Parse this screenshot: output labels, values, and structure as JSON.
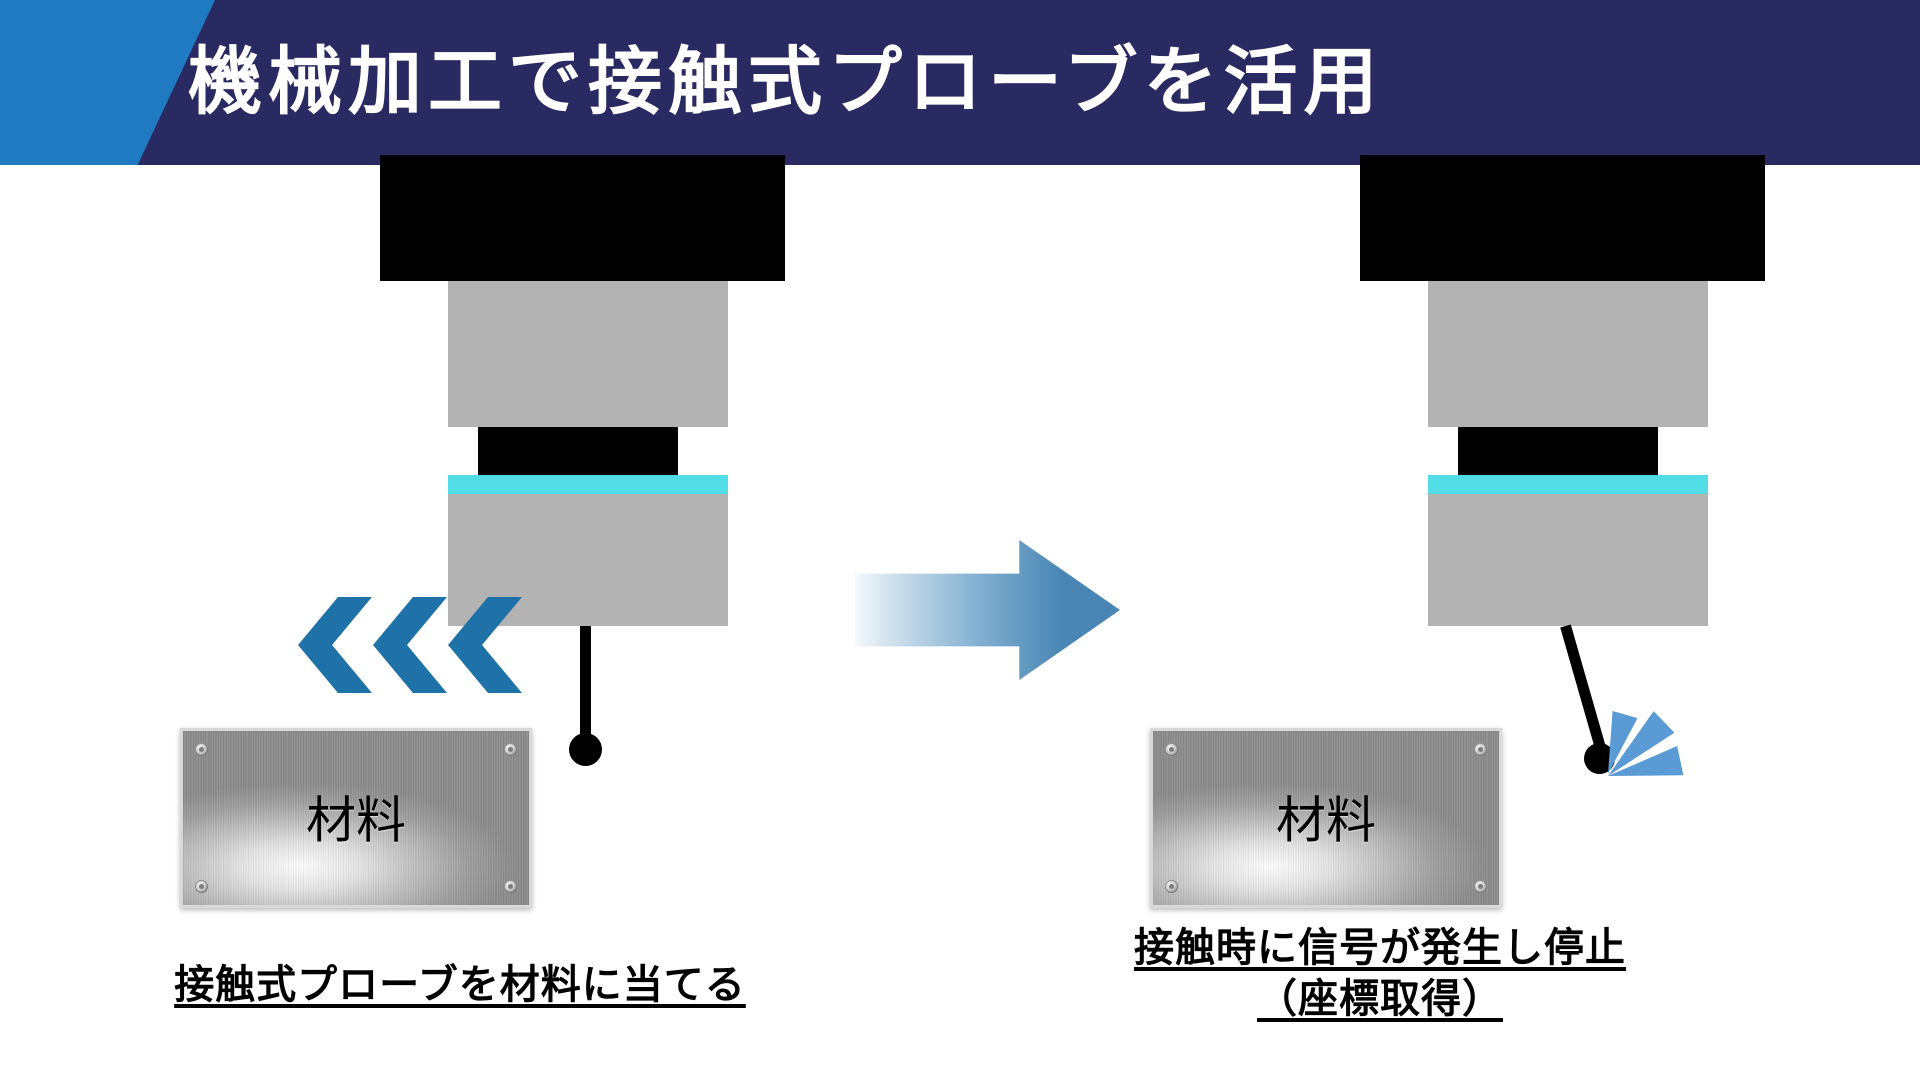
{
  "header": {
    "title": "機械加工で接触式プローブを活用",
    "bg_color": "#2a2a63",
    "accent_color": "#1f7ac2",
    "title_color": "#ffffff"
  },
  "colors": {
    "spindle_black": "#000000",
    "spindle_gray": "#b3b3b3",
    "probe_collar_cyan": "#52dde6",
    "chevron_blue": "#1f72a8",
    "transition_arrow_blue": "#4a86b5",
    "burst_blue": "#5b9bd5",
    "page_background": "#ffffff"
  },
  "steps": [
    {
      "id": "before",
      "machine": {
        "name": "machining-spindle",
        "parts": [
          "spindle-cap",
          "spindle-body",
          "spindle-neck",
          "probe-collar",
          "probe-body",
          "stylus-shaft",
          "stylus-ball"
        ]
      },
      "motion_indicator": {
        "name": "approach-chevrons",
        "direction": "left",
        "count": 3
      },
      "workpiece": {
        "label": "材料",
        "name": "material-plate"
      },
      "caption_lines": [
        "接触式プローブを材料に当てる"
      ]
    },
    {
      "id": "after",
      "machine": {
        "name": "machining-spindle",
        "parts": [
          "spindle-cap",
          "spindle-body",
          "spindle-neck",
          "probe-collar",
          "probe-body",
          "stylus-shaft",
          "stylus-ball"
        ]
      },
      "motion_indicator": {
        "name": "contact-burst",
        "direction": "impact",
        "count": 3
      },
      "workpiece": {
        "label": "材料",
        "name": "material-plate"
      },
      "caption_lines": [
        "接触時に信号が発生し停止",
        "（座標取得）"
      ]
    }
  ],
  "transition": {
    "name": "transition-arrow",
    "direction": "right"
  }
}
